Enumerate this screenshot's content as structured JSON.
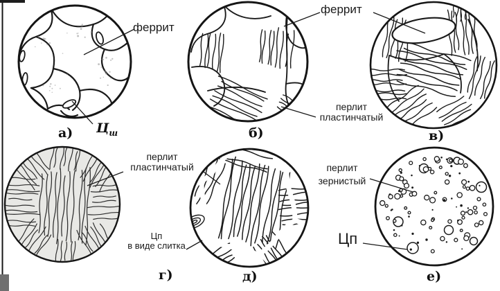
{
  "figure_title": "steel microstructure micrographs",
  "panels": [
    {
      "id": "a",
      "letter": "а)",
      "structure": "ferrite-grains"
    },
    {
      "id": "b",
      "letter": "б)",
      "structure": "ferrite-plus-lamellar-pearlite"
    },
    {
      "id": "v",
      "letter": "в)",
      "structure": "lamellar-pearlite-with-ferrite"
    },
    {
      "id": "g",
      "letter": "г)",
      "structure": "lamellar-pearlite"
    },
    {
      "id": "d",
      "letter": "д)",
      "structure": "lamellar-pearlite-with-cementite-network"
    },
    {
      "id": "e",
      "letter": "е)",
      "structure": "granular-pearlite"
    }
  ],
  "labels": {
    "ferrite_a": "феррит",
    "ferrite_shared": "феррит",
    "lamellar_pearlite_b": {
      "line1": "перлит",
      "line2": "пластинчатый"
    },
    "cementite_a": {
      "base": "Ц",
      "sub": "ш"
    },
    "lamellar_pearlite_gd": {
      "line1": "перлит",
      "line2": "пластинчатый"
    },
    "cementite_d": {
      "line1": "Цп",
      "line2": "в виде слитка"
    },
    "granular_pearlite_e": {
      "line1": "перлит",
      "line2": "зернистый"
    },
    "cementite_e": "Цп"
  },
  "colors": {
    "ink": "#1a1a1a",
    "background": "#ffffff",
    "gray_fill": "#e8e8e5"
  }
}
